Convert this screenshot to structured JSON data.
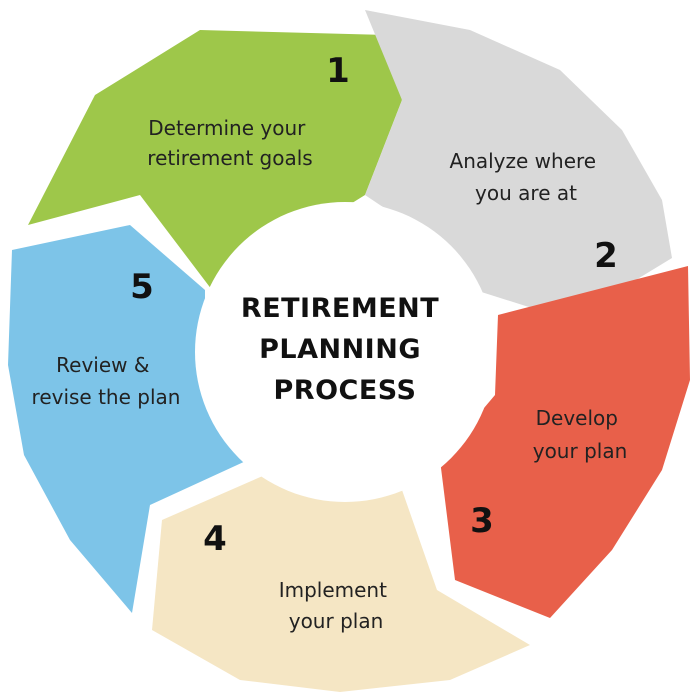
{
  "title_lines": [
    "RETIREMENT",
    "PLANNING",
    "PROCESS"
  ],
  "steps": [
    {
      "number": "1",
      "lines": [
        "Determine your",
        "retirement goals"
      ],
      "color": "#9ec74a"
    },
    {
      "number": "2",
      "lines": [
        "Analyze where",
        "you are at"
      ],
      "color": "#d9d9d9"
    },
    {
      "number": "3",
      "lines": [
        "Develop",
        "your plan"
      ],
      "color": "#e8604a"
    },
    {
      "number": "4",
      "lines": [
        "Implement",
        "your plan"
      ],
      "color": "#f5e6c4"
    },
    {
      "number": "5",
      "lines": [
        "Review &",
        "revise the plan"
      ],
      "color": "#7dc4e8"
    }
  ],
  "center_color": "#ffffff"
}
